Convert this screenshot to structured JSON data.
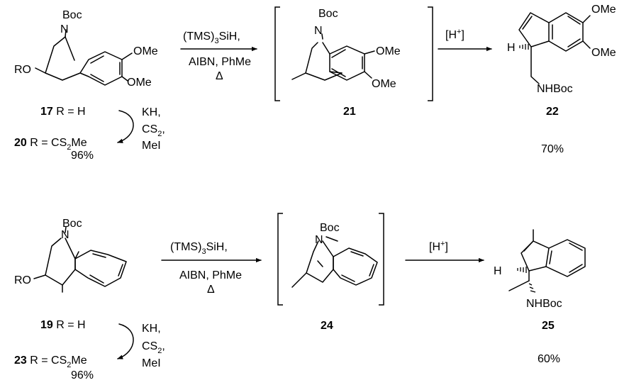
{
  "rows": [
    {
      "start": {
        "atoms": {
          "boc": "Boc",
          "n": "N",
          "ome_top": "OMe",
          "ome_bottom": "OMe",
          "ro": "RO"
        },
        "label_a": {
          "num": "17",
          "text": " R = H"
        },
        "label_b": {
          "num": "20",
          "text": " R = CS",
          "sub": "2",
          "tail": "Me"
        },
        "yield": "96%",
        "side_reagents": [
          "KH,",
          "CS",
          "2",
          ",",
          "MeI"
        ]
      },
      "step1": {
        "reagent_top_a": "(TMS)",
        "reagent_top_sub": "3",
        "reagent_top_b": "SiH,",
        "reagent_mid": "AIBN, PhMe",
        "reagent_bottom": "Δ"
      },
      "intermediate": {
        "atoms": {
          "boc": "Boc",
          "n": "N",
          "ome_top": "OMe",
          "ome_bottom": "OMe"
        },
        "label": "21"
      },
      "step2": {
        "acid_a": "[H",
        "acid_sup": "+",
        "acid_b": "]"
      },
      "product": {
        "atoms": {
          "h": "H",
          "ome_top": "OMe",
          "ome_bottom": "OMe",
          "nhboc": "NHBoc"
        },
        "label": "22",
        "yield": "70%"
      }
    },
    {
      "start": {
        "atoms": {
          "boc": "Boc",
          "n": "N",
          "ro": "RO"
        },
        "label_a": {
          "num": "19",
          "text": " R = H"
        },
        "label_b": {
          "num": "23",
          "text": " R = CS",
          "sub": "2",
          "tail": "Me"
        },
        "yield": "96%",
        "side_reagents": [
          "KH,",
          "CS",
          "2",
          ",",
          "MeI"
        ]
      },
      "step1": {
        "reagent_top_a": "(TMS)",
        "reagent_top_sub": "3",
        "reagent_top_b": "SiH,",
        "reagent_mid": "AIBN, PhMe",
        "reagent_bottom": "Δ"
      },
      "intermediate": {
        "atoms": {
          "boc": "Boc",
          "n": "N"
        },
        "label": "24"
      },
      "step2": {
        "acid_a": "[H",
        "acid_sup": "+",
        "acid_b": "]"
      },
      "product": {
        "atoms": {
          "h": "H",
          "nhboc": "NHBoc"
        },
        "label": "25",
        "yield": "60%"
      }
    }
  ]
}
